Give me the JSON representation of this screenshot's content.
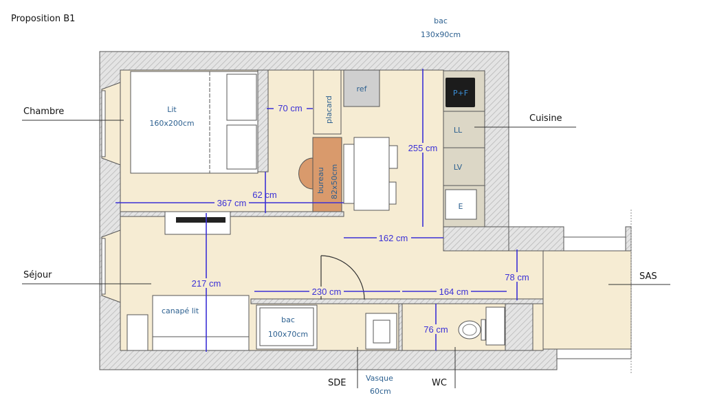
{
  "title": "Proposition B1",
  "rooms": {
    "chambre": "Chambre",
    "cuisine": "Cuisine",
    "sejour": "Séjour",
    "sas": "SAS",
    "sde": "SDE",
    "wc": "WC"
  },
  "furniture": {
    "bac_top": "bac",
    "bac_top_size": "130x90cm",
    "lit": "Lit",
    "lit_size": "160x200cm",
    "placard": "placard",
    "ref": "ref",
    "bureau": "bureau",
    "bureau_size": "82x50cm",
    "pf": "P+F",
    "ll": "LL",
    "lv": "LV",
    "e": "E",
    "canape": "canapé lit",
    "bac": "bac",
    "bac_size": "100x70cm",
    "vasque": "Vasque",
    "vasque_size": "60cm"
  },
  "dimensions": {
    "d70": "70 cm",
    "d62": "62 cm",
    "d367": "367 cm",
    "d255": "255 cm",
    "d162": "162 cm",
    "d217": "217 cm",
    "d230": "230 cm",
    "d164": "164 cm",
    "d78": "78 cm",
    "d76": "76 cm"
  },
  "colors": {
    "floor": "#f6ecd3",
    "wall": "#d9d9d9",
    "dimension": "#3a2fd6",
    "label": "#2b5f8f",
    "bureau": "#d99a6c"
  }
}
